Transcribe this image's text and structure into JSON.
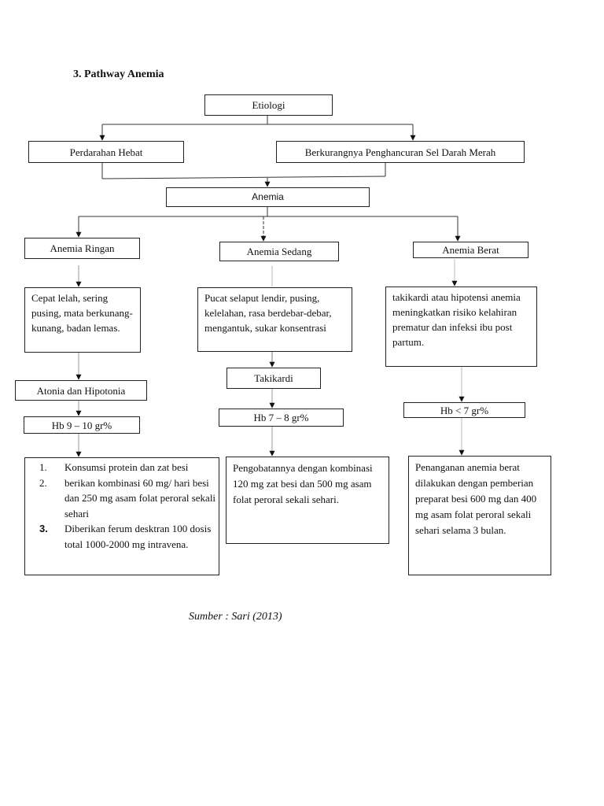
{
  "heading": "3. Pathway Anemia",
  "nodes": {
    "etiologi": "Etiologi",
    "perdarahan": "Perdarahan Hebat",
    "berkurangnya": "Berkurangnya Penghancuran Sel Darah Merah",
    "anemia": "Anemia",
    "ringan": "Anemia Ringan",
    "sedang": "Anemia Sedang",
    "berat": "Anemia Berat",
    "ringan_gejala": "Cepat lelah, sering pusing, mata berkunang-kunang, badan lemas.",
    "sedang_gejala": "Pucat selaput lendir, pusing, kelelahan, rasa berdebar-debar, mengantuk, sukar konsentrasi",
    "berat_gejala": "takikardi atau hipotensi anemia meningkatkan risiko kelahiran prematur dan infeksi ibu post partum.",
    "atonia": "Atonia dan Hipotonia",
    "takikardi": "Takikardi",
    "hb_ringan": "Hb 9 – 10 gr%",
    "hb_sedang": "Hb 7 – 8 gr%",
    "hb_berat": "Hb < 7 gr%",
    "ringan_terapi": [
      {
        "num": "1.",
        "text": "Konsumsi protein dan zat besi"
      },
      {
        "num": "2.",
        "text": "berikan kombinasi 60 mg/ hari besi dan 250 mg asam folat peroral sekali sehari"
      },
      {
        "num": "3.",
        "text": "Diberikan ferum desktran 100 dosis total 1000-2000 mg intravena."
      }
    ],
    "sedang_terapi": "Pengobatannya dengan kombinasi 120 mg  zat besi dan 500 mg asam folat peroral sekali sehari.",
    "berat_terapi": "Penanganan anemia berat dilakukan dengan pemberian preparat besi 600 mg dan 400 mg asam folat peroral sekali sehari selama 3 bulan."
  },
  "source": "Sumber : Sari (2013)"
}
